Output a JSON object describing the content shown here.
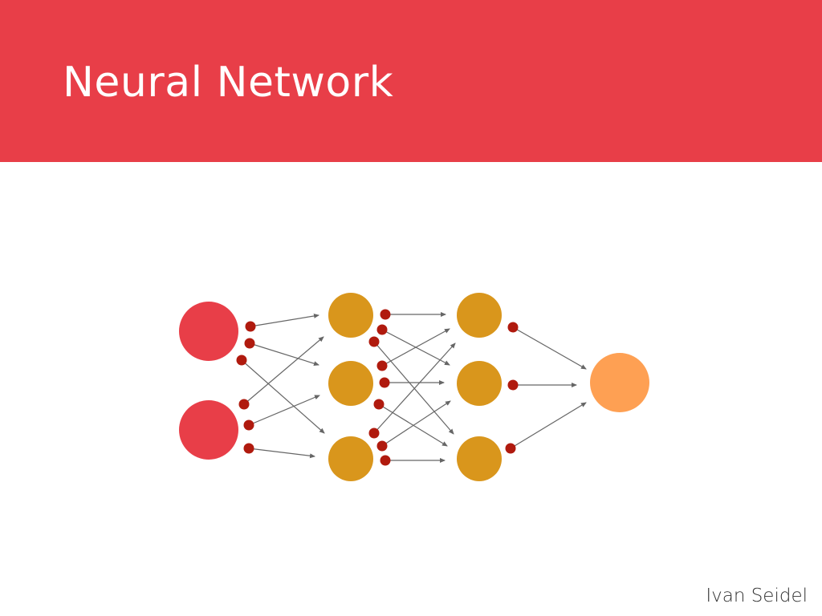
{
  "slide": {
    "title": "Neural Network",
    "author": "Ivan Seidel"
  },
  "colors": {
    "header": "#E83E48",
    "input_neuron": "#E83E48",
    "hidden_neuron": "#D9961C",
    "output_neuron": "#FEA053",
    "connector_dot": "#B01A0E",
    "arrow": "#666666"
  },
  "network": {
    "layers": [
      {
        "id": "input",
        "neurons": 2
      },
      {
        "id": "hidden1",
        "neurons": 3
      },
      {
        "id": "hidden2",
        "neurons": 3
      },
      {
        "id": "output",
        "neurons": 1
      }
    ],
    "connections": "fully-connected"
  }
}
